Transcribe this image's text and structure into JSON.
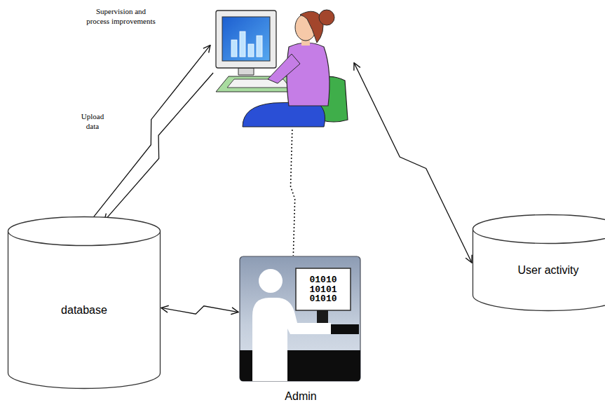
{
  "diagram": {
    "nodes": [
      {
        "text": []
      },
      {
        "text": [
          "database"
        ]
      },
      {
        "text": [
          "01010 10101 01010",
          "Admin"
        ]
      },
      {
        "text": [
          "User activity"
        ]
      }
    ],
    "edges": [
      {
        "from": 1,
        "to": 0,
        "arrow": "to",
        "label": "Upload data"
      },
      {
        "from": 0,
        "to": 1,
        "arrow": "to",
        "label": "Supervision and process improvements"
      },
      {
        "from": 0,
        "to": 2,
        "arrow": "none"
      },
      {
        "from": 1,
        "to": 2,
        "arrow": "both"
      },
      {
        "from": 0,
        "to": 3,
        "arrow": "both"
      }
    ]
  }
}
